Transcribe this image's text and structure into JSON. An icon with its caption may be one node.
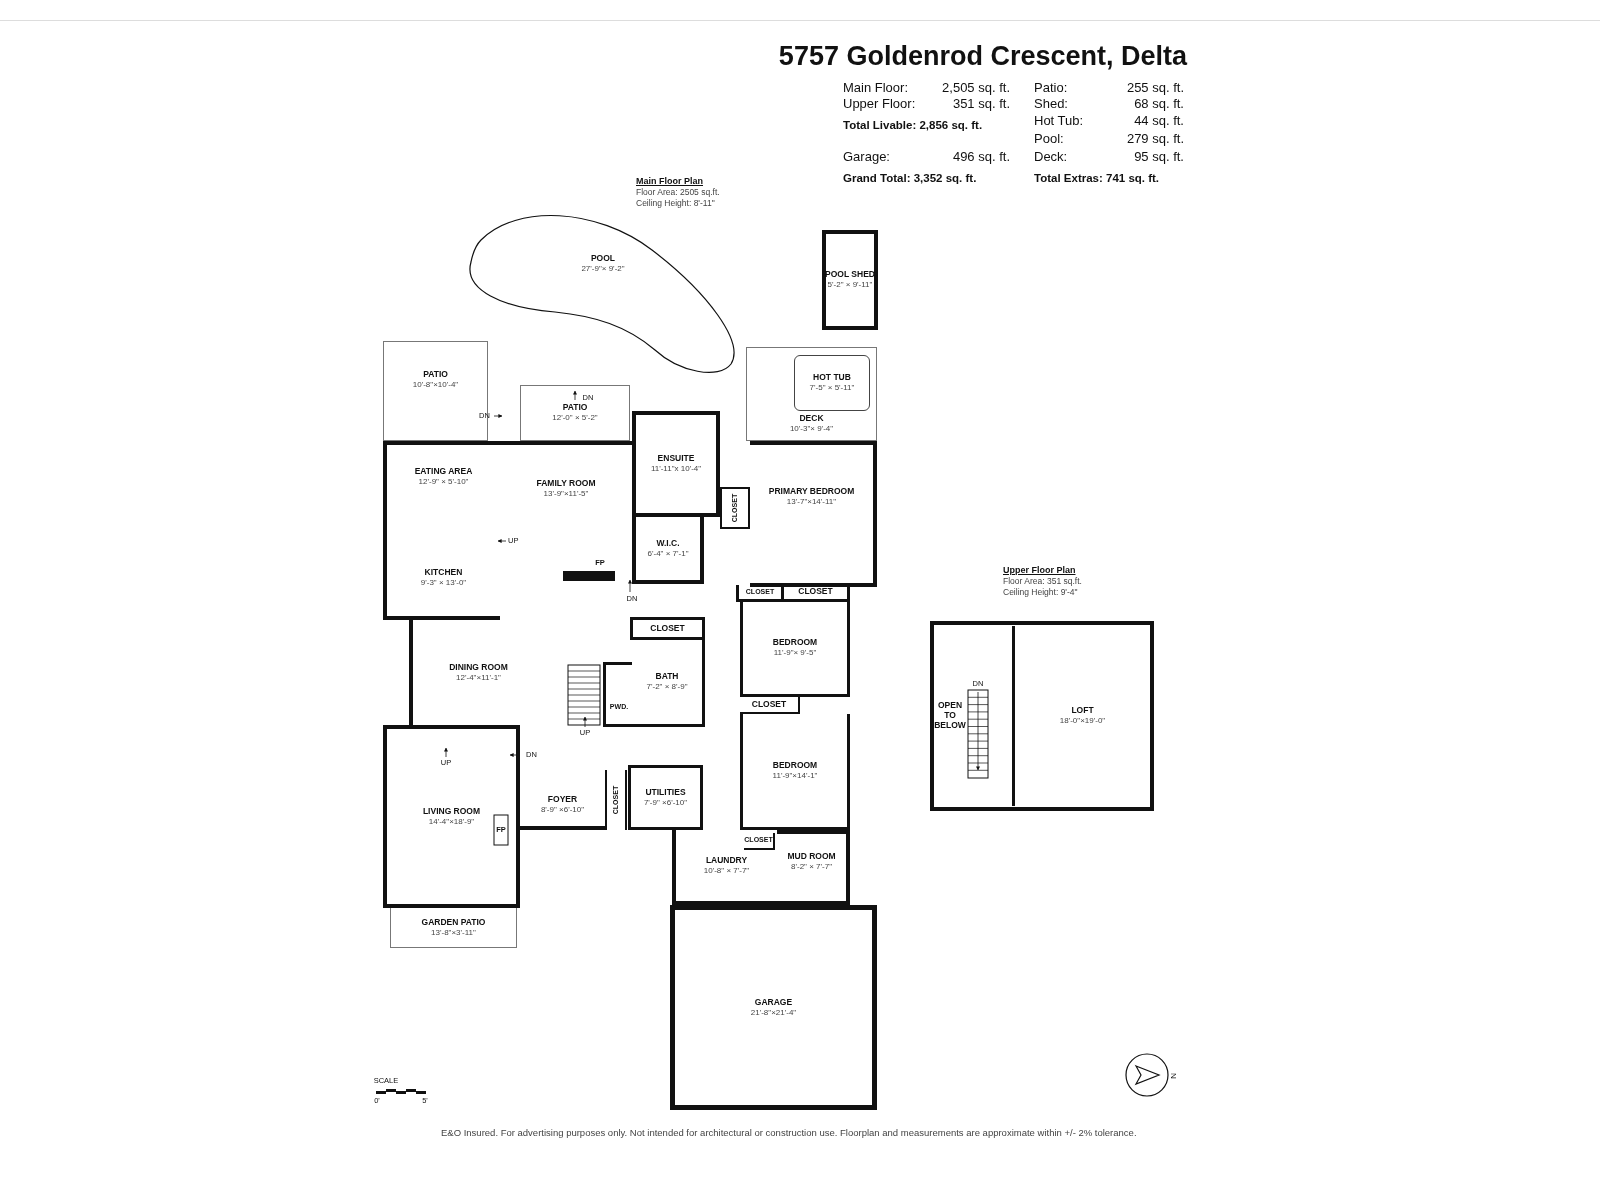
{
  "diagram": {
    "title": "5757 Goldenrod Crescent, Delta",
    "nodes": [
      {
        "text": [
          "POOL",
          "27'-9\"× 9'-2\""
        ]
      },
      {
        "text": [
          "POOL SHED",
          "5'-2\" × 9'-11\""
        ]
      },
      {
        "text": [
          "PATIO",
          "10'-8\"×10'-4\""
        ]
      },
      {
        "text": [
          "PATIO",
          "12'-0\" × 5'-2\""
        ]
      },
      {
        "text": [
          "DECK",
          "10'-3\"× 9'-4\""
        ]
      },
      {
        "text": [
          "HOT TUB",
          "7'-5\" × 5'-11\""
        ],
        "in": 4
      },
      {
        "text": [
          "EATING AREA",
          "12'-9\" × 5'-10\""
        ]
      },
      {
        "text": [
          "FAMILY ROOM",
          "13'-9\"×11'-5\""
        ]
      },
      {
        "text": [
          "ENSUITE",
          "11'-11\"x 10'-4\""
        ]
      },
      {
        "text": [
          "CLOSET"
        ]
      },
      {
        "text": [
          "PRIMARY BEDROOM",
          "13'-7\"×14'-11\""
        ]
      },
      {
        "text": [
          "KITCHEN",
          "9'-3\" × 13'-0\""
        ]
      },
      {
        "text": [
          "W.I.C.",
          "6'-4\" × 7'-1\""
        ]
      },
      {
        "text": [
          "CLOSET"
        ]
      },
      {
        "text": [
          "CLOSET"
        ]
      },
      {
        "text": [
          "CLOSET"
        ]
      },
      {
        "text": [
          "BEDROOM",
          "11'-9\"× 9'-5\""
        ]
      },
      {
        "text": [
          "DINING ROOM",
          "12'-4\"×11'-1\""
        ]
      },
      {
        "text": [
          "BATH",
          "7'-2\" × 8'-9\""
        ]
      },
      {
        "text": [
          "PWD."
        ]
      },
      {
        "text": [
          "CLOSET"
        ]
      },
      {
        "text": [
          "BEDROOM",
          "11'-9\"×14'-1\""
        ]
      },
      {
        "text": [
          "LIVING ROOM",
          "14'-4\"×18'-9\""
        ]
      },
      {
        "text": [
          "FOYER",
          "8'-9\" ×6'-10\""
        ]
      },
      {
        "text": [
          "CLOSET"
        ]
      },
      {
        "text": [
          "UTILITIES",
          "7'-9\" ×6'-10\""
        ]
      },
      {
        "text": [
          "LAUNDRY",
          "10'-8\" × 7'-7\""
        ]
      },
      {
        "text": [
          "CLOSET"
        ],
        "in": 26
      },
      {
        "text": [
          "MUD ROOM",
          "8'-2\" × 7'-7\""
        ]
      },
      {
        "text": [
          "GARAGE",
          "21'-8\"×21'-4\""
        ]
      },
      {
        "text": [
          "GARDEN PATIO",
          "13'-8\"×3'-11\""
        ]
      },
      {
        "text": [
          "OPEN TO BELOW"
        ]
      },
      {
        "text": [
          "LOFT",
          "18'-0\"×19'-0\""
        ]
      }
    ],
    "labels": [
      "Main Floor:",
      "2,505 sq. ft.",
      "Patio:",
      "255 sq. ft.",
      "Upper Floor:",
      "351 sq. ft.",
      "Shed:",
      "68 sq. ft.",
      "Total Livable: 2,856 sq. ft.",
      "Hot Tub:",
      "44 sq. ft.",
      "Pool:",
      "279 sq. ft.",
      "Garage:",
      "496 sq. ft.",
      "Deck:",
      "95 sq. ft.",
      "Grand Total: 3,352 sq. ft.",
      "Total Extras: 741 sq. ft.",
      "Main Floor Plan",
      "Floor Area: 2505 sq.ft.",
      "Ceiling Height: 8'-11\"",
      "DN",
      "DN",
      "UP",
      "FP",
      "DN",
      "UP",
      "UP",
      "DN",
      "FP",
      "Upper Floor Plan",
      "Floor Area: 351 sq.ft.",
      "Ceiling Height: 9'-4\"",
      "DN",
      "SCALE",
      "0'",
      "5'",
      "N",
      "E&O Insured. For advertising purposes only. Not intended for architectural or construction use. Floorplan and measurements are approximate within +/- 2% tolerance."
    ]
  }
}
